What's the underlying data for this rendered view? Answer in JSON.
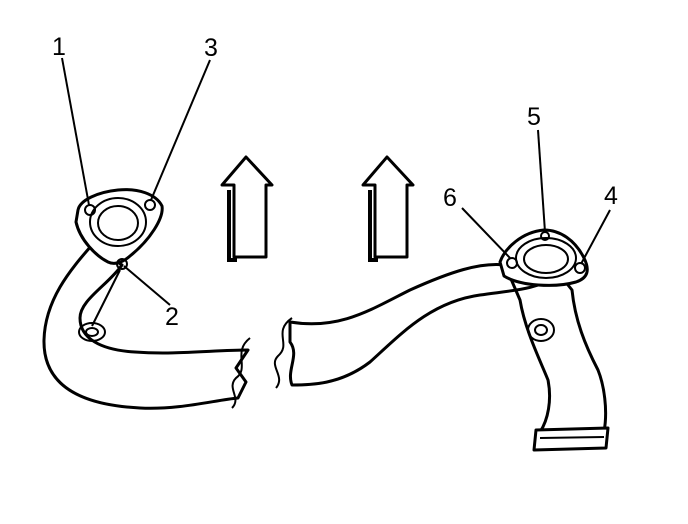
{
  "callouts": [
    {
      "id": "1",
      "label": "1"
    },
    {
      "id": "2",
      "label": "2"
    },
    {
      "id": "3",
      "label": "3"
    },
    {
      "id": "4",
      "label": "4"
    },
    {
      "id": "5",
      "label": "5"
    },
    {
      "id": "6",
      "label": "6"
    }
  ],
  "icons": {
    "left_arrow": "up-arrow-icon",
    "right_arrow": "up-arrow-icon"
  }
}
